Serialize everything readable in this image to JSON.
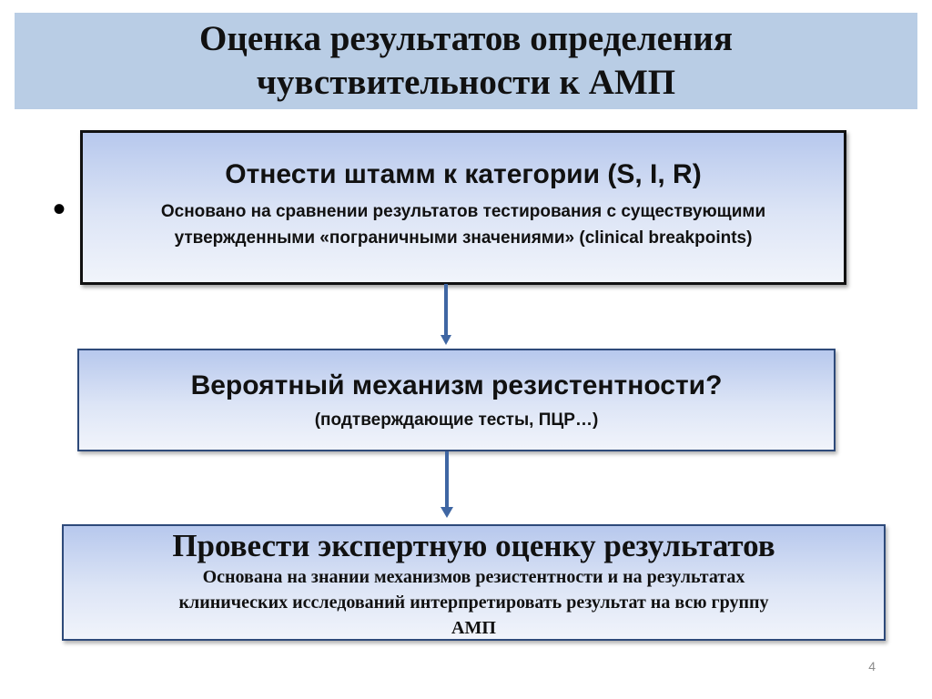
{
  "slide": {
    "title_line1": "Оценка результатов определения",
    "title_line2": "чувствительности к АМП",
    "bullet": "•",
    "page_number": "4"
  },
  "steps": [
    {
      "heading": "Отнести  штамм к категории (S, I, R)",
      "detail_line1": "Основано на сравнении результатов тестирования с существующими",
      "detail_line2": "утвержденными «пограничными значениями»  (clinical breakpoints)"
    },
    {
      "heading": "Вероятный механизм резистентности?",
      "detail_line1": "(подтверждающие тесты, ПЦР…)"
    },
    {
      "heading": "Провести экспертную  оценку результатов",
      "detail_line1": "Основана на знании  механизмов резистентности  и  на результатах",
      "detail_line2": "клинических исследований  интерпретировать результат на всю группу",
      "detail_line3": "АМП"
    }
  ],
  "colors": {
    "title_background": "#b9cde5",
    "box_gradient_top": "#b7c8ed",
    "box_gradient_bottom": "#f1f4fb",
    "arrow": "#3f66a3",
    "box_border": "#2e4a7a"
  }
}
